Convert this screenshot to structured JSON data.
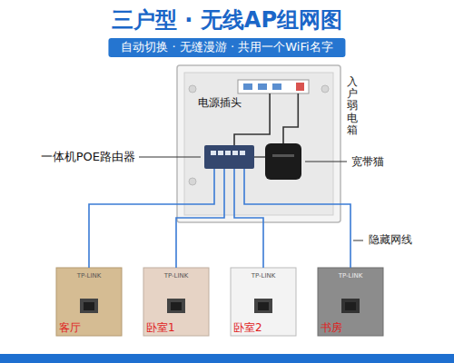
{
  "diagram": {
    "title": "三户型 · 无线AP组网图",
    "nodes": [
      {
        "text": [
          "入户弱电箱"
        ]
      },
      {
        "text": [
          "电源插头"
        ],
        "in": 0
      },
      {
        "text": [
          "一体机POE路由器"
        ],
        "in": 0
      },
      {
        "text": [
          "宽带猫"
        ],
        "in": 0
      },
      {
        "text": [
          "TP-LINK",
          "客厅"
        ]
      },
      {
        "text": [
          "TP-LINK",
          "卧室1"
        ]
      },
      {
        "text": [
          "TP-LINK",
          "卧室2"
        ]
      },
      {
        "text": [
          "TP-LINK",
          "书房"
        ]
      }
    ],
    "edges": [
      {
        "from": 1,
        "to": 2,
        "arrow": "none"
      },
      {
        "from": 1,
        "to": 3,
        "arrow": "none"
      },
      {
        "from": 2,
        "to": 3,
        "arrow": "none"
      },
      {
        "from": 2,
        "to": 4,
        "arrow": "none"
      },
      {
        "from": 2,
        "to": 5,
        "arrow": "none"
      },
      {
        "from": 2,
        "to": 6,
        "arrow": "none"
      },
      {
        "from": 2,
        "to": 7,
        "arrow": "none"
      }
    ],
    "labels": [
      "自动切换 · 无缝漫游 · 共用一个WiFi名字",
      "隐藏网线"
    ]
  }
}
